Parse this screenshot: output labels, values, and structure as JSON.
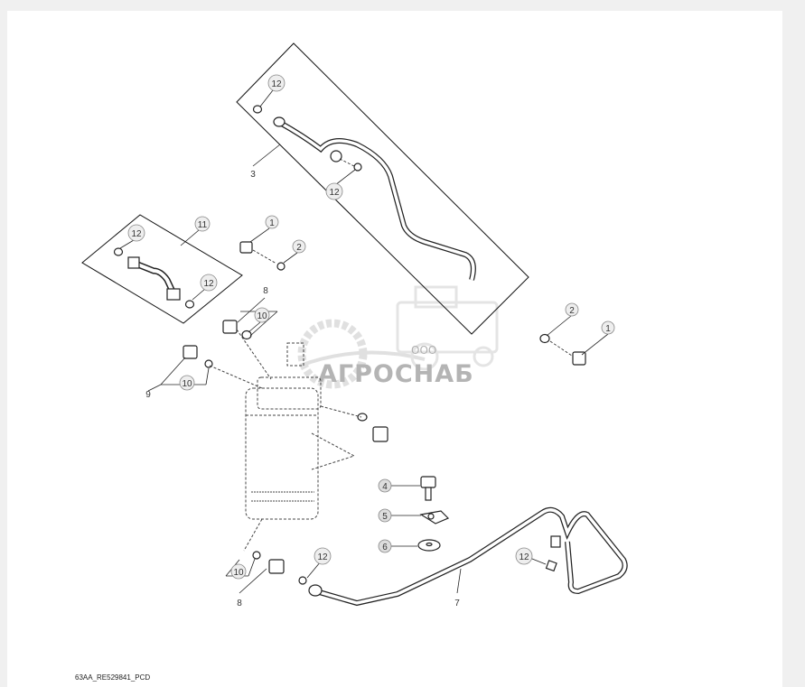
{
  "diagram_code": "63AA_RE529841_PCD",
  "watermark": {
    "small": "ООО",
    "name": "АГРОСНАБ",
    "color": "#bcbcbc"
  },
  "callouts": {
    "c1a": "1",
    "c1b": "1",
    "c2a": "2",
    "c2b": "2",
    "c3": "3",
    "c4": "4",
    "c5": "5",
    "c6": "6",
    "c7": "7",
    "c8a": "8",
    "c8b": "8",
    "c9": "9",
    "c10a": "10",
    "c10b": "10",
    "c10c": "10",
    "c11": "11",
    "c12a": "12",
    "c12b": "12",
    "c12c": "12",
    "c12d": "12",
    "c12e": "12",
    "c12f": "12"
  }
}
